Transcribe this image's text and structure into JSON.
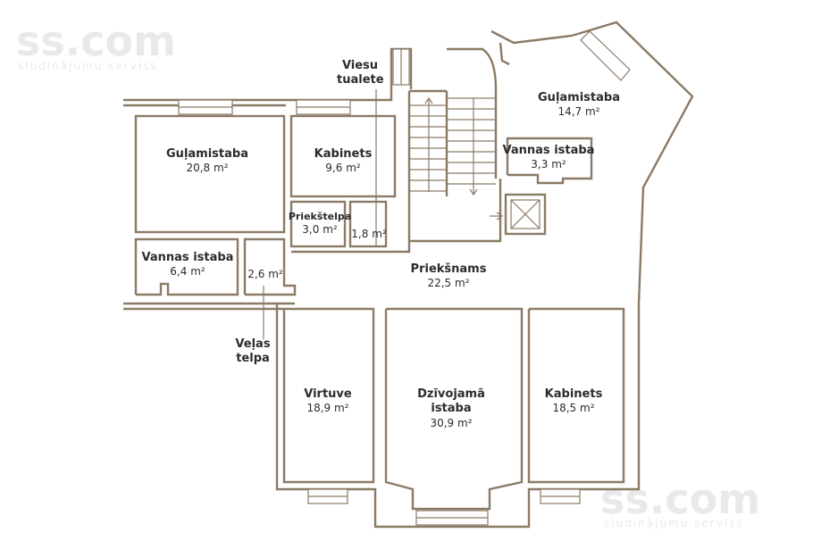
{
  "watermark": {
    "brand": "ss.com",
    "tagline": "sludinājumu serviss"
  },
  "rooms": {
    "gulamistaba_left": {
      "name": "Guļamistaba",
      "area": "20,8 m²"
    },
    "kabinets_top": {
      "name": "Kabinets",
      "area": "9,6 m²"
    },
    "priekstelpa": {
      "name": "Priekštelpa",
      "area": "3,0 m²"
    },
    "viesu_tualete": {
      "area": "1,8 m²"
    },
    "vannas_left": {
      "name": "Vannas istaba",
      "area": "6,4 m²"
    },
    "velas_telpa": {
      "area": "2,6 m²"
    },
    "prieksnams": {
      "name": "Priekšnams",
      "area": "22,5 m²"
    },
    "gulamistaba_right": {
      "name": "Guļamistaba",
      "area": "14,7 m²"
    },
    "vannas_right": {
      "name": "Vannas istaba",
      "area": "3,3 m²"
    },
    "virtuve": {
      "name": "Virtuve",
      "area": "18,9 m²"
    },
    "dzivojama": {
      "name": "Dzīvojamā istaba",
      "area": "30,9 m²"
    },
    "kabinets_bottom": {
      "name": "Kabinets",
      "area": "18,5 m²"
    }
  },
  "callouts": {
    "viesu_tualete": "Viesu tualete",
    "velas_telpa": "Veļas telpa"
  }
}
